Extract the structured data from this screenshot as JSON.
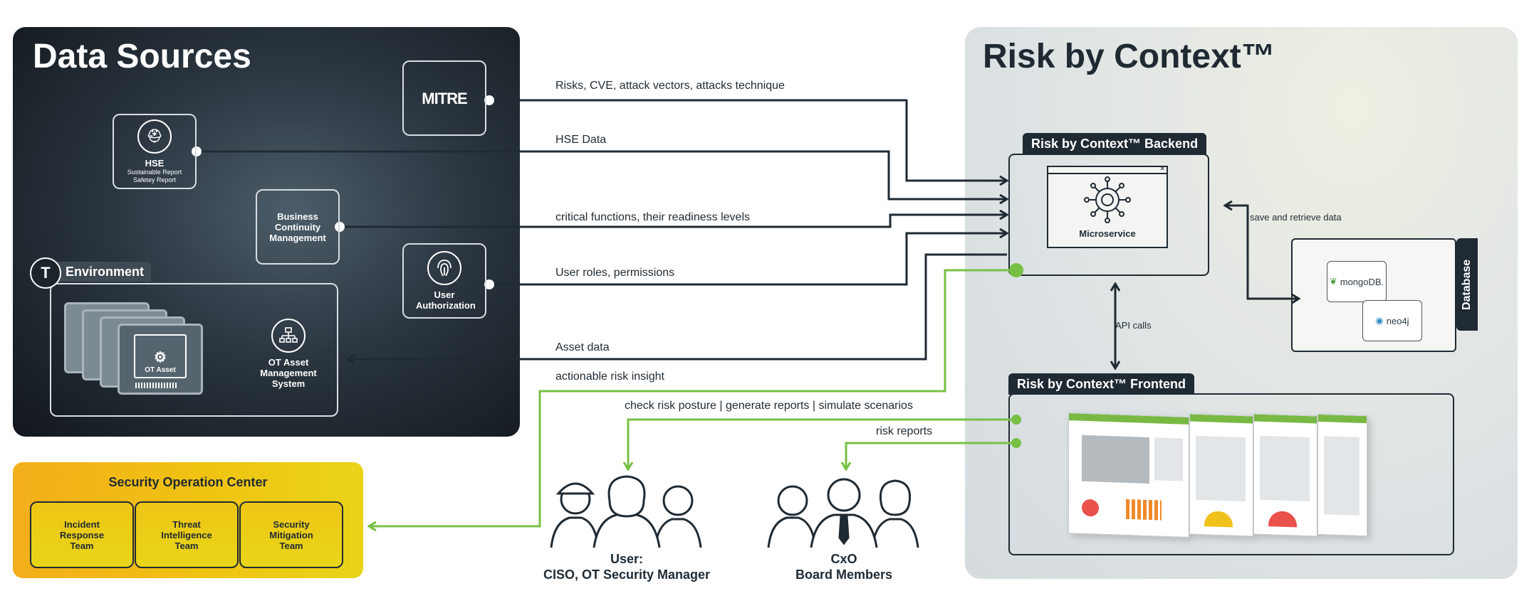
{
  "data_sources": {
    "title": "Data Sources",
    "mitre": {
      "label": "MITRE"
    },
    "hse": {
      "title": "HSE",
      "line1": "Sustainable Report",
      "line2": "Safetey Report"
    },
    "bcm": {
      "label": "Business Continuity Management"
    },
    "user_auth": {
      "label": "User Authorization"
    },
    "ot_environment": {
      "tab": "Environment",
      "logo_letter": "T",
      "asset_label": "OT Asset",
      "system_label": "OT Asset Management System"
    }
  },
  "flows": {
    "mitre": "Risks, CVE, attack vectors, attacks technique",
    "hse": "HSE Data",
    "bcm": "critical functions, their readiness levels",
    "user_auth": "User roles, permissions",
    "asset": "Asset data",
    "insight": "actionable risk insight",
    "user_actions": "check risk posture | generate reports | simulate scenarios",
    "reports": "risk reports",
    "save_retrieve": "save and  retrieve data",
    "api": "API calls"
  },
  "risk_by_context": {
    "title": "Risk by Context™",
    "backend": {
      "tab": "Risk by Context™ Backend",
      "microservice": "Microservice"
    },
    "frontend": {
      "tab": "Risk by Context™ Frontend"
    },
    "database": {
      "label": "Database",
      "mongodb": "mongoDB.",
      "neo4j": "neo4j"
    }
  },
  "soc": {
    "title": "Security Operation Center",
    "teams": [
      "Incident Response Team",
      "Threat Intelligence Team",
      "Security Mitigation Team"
    ]
  },
  "personas": {
    "user": {
      "line1": "User:",
      "line2": "CISO, OT Security Manager"
    },
    "cxo": {
      "line1": "CxO",
      "line2": "Board Members"
    }
  },
  "colors": {
    "dark": "#1f2a33",
    "green": "#77c043",
    "soc_orange": "#f3ae1a"
  }
}
